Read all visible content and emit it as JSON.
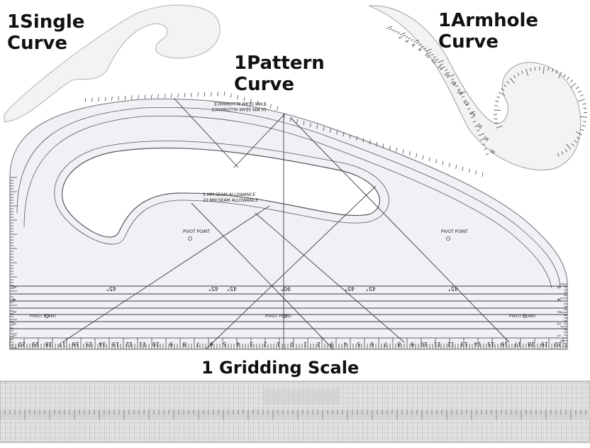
{
  "labels": {
    "single_curve": "1Single\nCurve",
    "pattern_curve": "1Pattern\nCurve",
    "armhole_curve": "1Armhole\nCurve",
    "gridding_scale": "1 Gridding Scale"
  },
  "pattern_ruler": {
    "seam_outer_1": "5 MM SEAM ALLOWANCE",
    "seam_outer_2": "10 MM SEAM ALLOWANCE",
    "seam_inner_1": "5 MM SEAM ALLOWANCE",
    "seam_inner_2": "10 MM SEAM ALLOWANCE",
    "pivot": "PIVOT POINT",
    "angles": [
      "45°",
      "45°",
      "45°",
      "90°",
      "45°",
      "45°",
      "45°"
    ],
    "bottom_numbers": [
      "20",
      "19",
      "18",
      "17",
      "16",
      "15",
      "14",
      "13",
      "12",
      "11",
      "10",
      "9",
      "8",
      "7",
      "6",
      "5",
      "4",
      "3",
      "2",
      "1",
      "0",
      "1",
      "2",
      "3",
      "4",
      "5",
      "6",
      "7",
      "8",
      "9",
      "10",
      "11",
      "12",
      "13",
      "14",
      "15",
      "16",
      "17",
      "18",
      "19",
      "20"
    ],
    "side_numbers": [
      "1",
      "2",
      "3",
      "4",
      "5"
    ]
  },
  "armhole_ruler": {
    "numbers": [
      "2",
      "4",
      "6",
      "8",
      "10",
      "12",
      "14",
      "16",
      "18",
      "20",
      "22",
      "24",
      "26",
      "28",
      "30"
    ]
  },
  "colors": {
    "ruler_fill": "#f0f1f4",
    "ruler_stroke": "#8a8d93",
    "ink": "#222222",
    "grid_base": "#d9d9d9"
  }
}
